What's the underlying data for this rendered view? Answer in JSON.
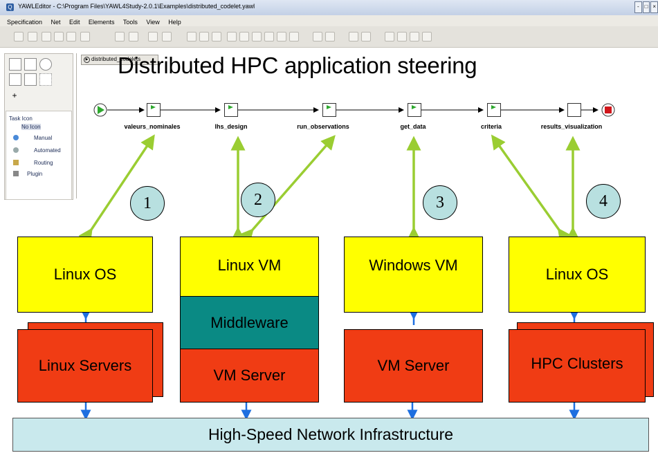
{
  "window": {
    "title": "YAWLEditor - C:\\Program Files\\YAWL4Study-2.0.1\\Examples\\distributed_codelet.yawl",
    "buttons": [
      "-",
      "□",
      "×"
    ]
  },
  "menu": [
    "Specification",
    "Net",
    "Edit",
    "Elements",
    "Tools",
    "View",
    "Help"
  ],
  "palette": {
    "header": "Task Icon",
    "items": [
      "No Icon",
      "Manual",
      "Automated",
      "Routing",
      "Plugin"
    ]
  },
  "canvas": {
    "tab_label": "distributed_codelets",
    "overlay_title": "Distributed HPC application steering"
  },
  "workflow": {
    "tasks": [
      "valeurs_nominales",
      "lhs_design",
      "run_observations",
      "get_data",
      "criteria",
      "results_visualization"
    ]
  },
  "steps": [
    "1",
    "2",
    "3",
    "4"
  ],
  "columns": [
    {
      "top": "Linux OS",
      "bottom": "Linux Servers"
    },
    {
      "top": "Linux VM",
      "middle": "Middleware",
      "bottom": "VM Server"
    },
    {
      "top": "Windows VM",
      "bottom": "VM Server"
    },
    {
      "top": "Linux OS",
      "bottom": "HPC Clusters"
    }
  ],
  "network": "High-Speed Network Infrastructure",
  "colors": {
    "os_box": "#ffff00",
    "server_box": "#f03c14",
    "middleware_box": "#0a8a84",
    "network_bar": "#c9e9ed",
    "link_arrow": "#9acd32",
    "conn_arrow": "#1e6fe0"
  }
}
